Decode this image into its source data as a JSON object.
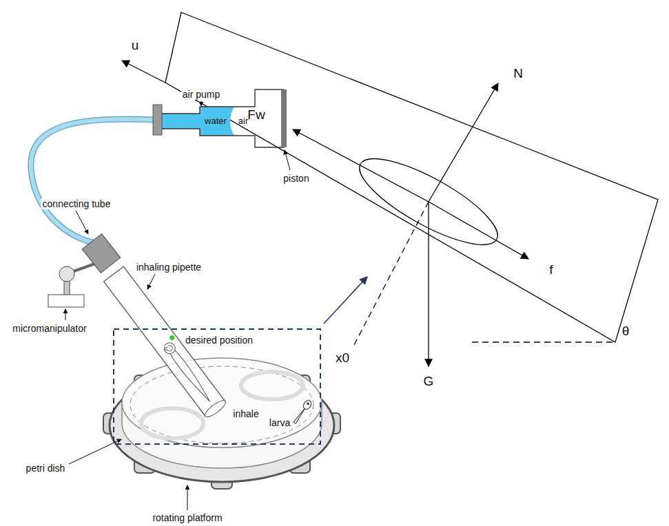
{
  "diagram": {
    "labels": [
      "u",
      "Fw",
      "N",
      "f",
      "x0",
      "G",
      "θ",
      "air pump",
      "water",
      "air",
      "piston",
      "connecting tube",
      "inhaling pipette",
      "desired position",
      "inhale",
      "larva",
      "micromanipulator",
      "petri dish",
      "rotating platform"
    ]
  }
}
